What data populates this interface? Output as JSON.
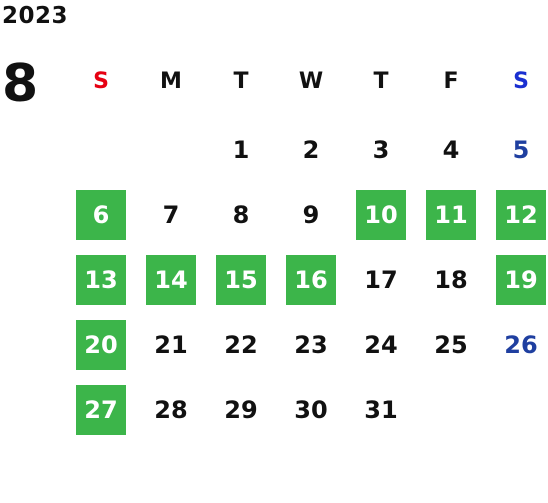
{
  "year": "2023",
  "month": "8",
  "colors": {
    "highlight": "#3cb54a",
    "sunday_header": "#e60012",
    "saturday_header": "#1a2fd1",
    "saturday_day": "#1f3fa0",
    "text": "#111111"
  },
  "weekdays": [
    "S",
    "M",
    "T",
    "W",
    "T",
    "F",
    "S"
  ],
  "weeks": [
    [
      "",
      "",
      "1",
      "2",
      "3",
      "4",
      "5"
    ],
    [
      "6",
      "7",
      "8",
      "9",
      "10",
      "11",
      "12"
    ],
    [
      "13",
      "14",
      "15",
      "16",
      "17",
      "18",
      "19"
    ],
    [
      "20",
      "21",
      "22",
      "23",
      "24",
      "25",
      "26"
    ],
    [
      "27",
      "28",
      "29",
      "30",
      "31",
      "",
      ""
    ]
  ],
  "highlighted_days": [
    "6",
    "10",
    "11",
    "12",
    "13",
    "14",
    "15",
    "16",
    "19",
    "20",
    "27"
  ]
}
